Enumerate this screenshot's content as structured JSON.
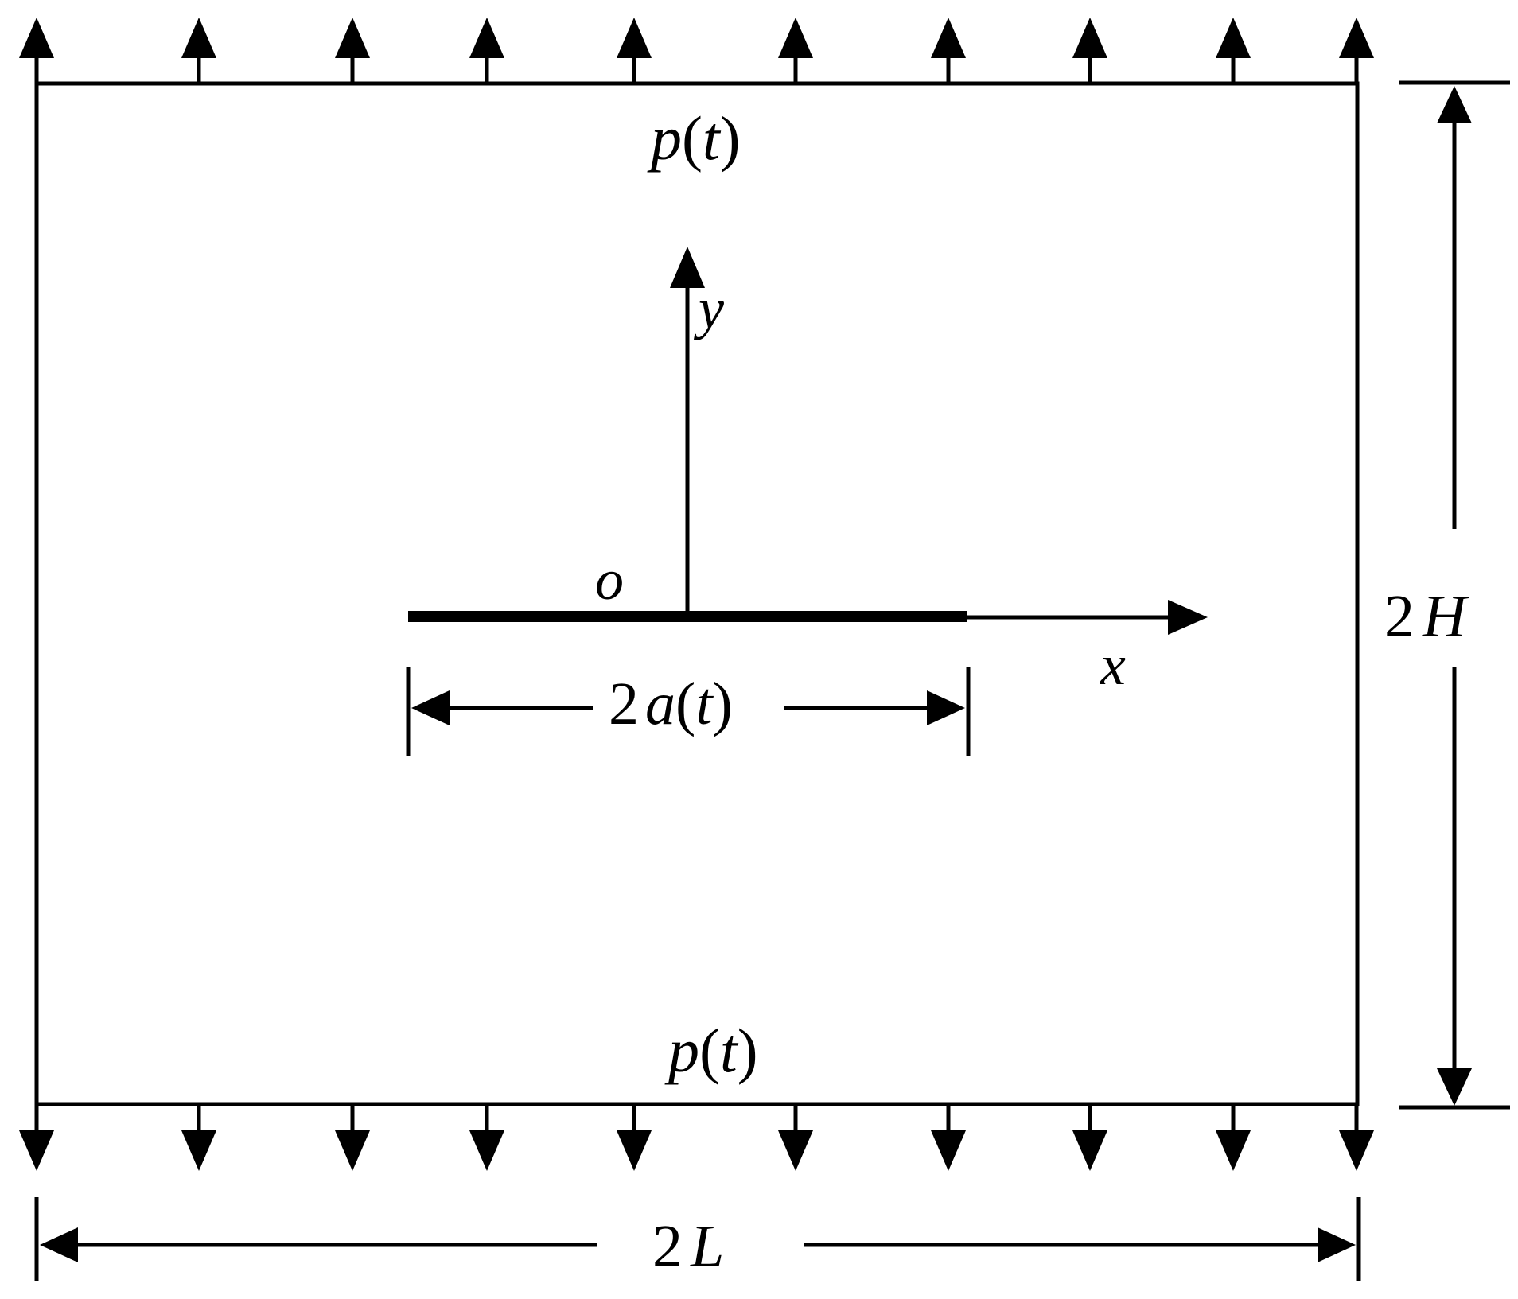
{
  "diagram": {
    "load_top": {
      "symbol": "p",
      "open": "(",
      "arg": "t",
      "close": ")"
    },
    "load_bottom": {
      "symbol": "p",
      "open": "(",
      "arg": "t",
      "close": ")"
    },
    "axis_y": "y",
    "axis_x": "x",
    "origin": "o",
    "crack_length": {
      "factor": "2",
      "symbol": "a",
      "open": "(",
      "arg": "t",
      "close": ")"
    },
    "height_dim": {
      "factor": "2",
      "symbol": "H"
    },
    "width_dim": {
      "factor": "2",
      "symbol": "L"
    },
    "top_arrow_count": 10,
    "bottom_arrow_count": 10
  },
  "colors": {
    "ink": "#000000",
    "background": "#ffffff"
  }
}
